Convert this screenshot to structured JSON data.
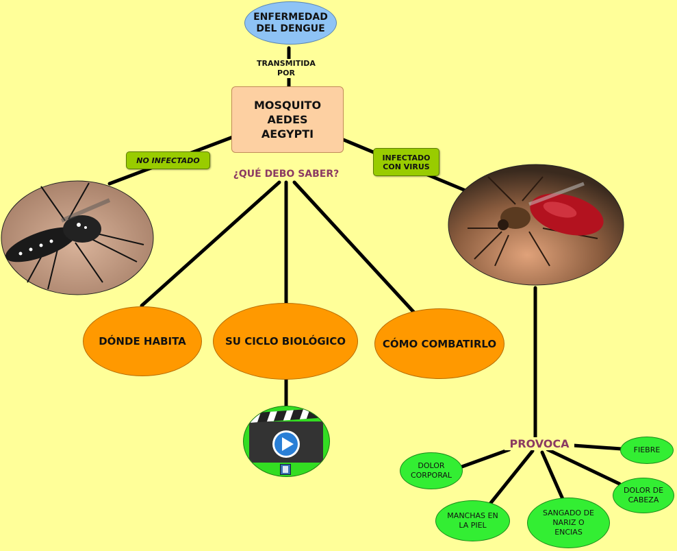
{
  "root": {
    "label": "ENFERMEDAD DEL DENGUE",
    "color": "#8ec3f5"
  },
  "link_transmitted": "TRANSMITIDA POR",
  "mosquito": {
    "label": "MOSQUITO AEDES AEGYPTI",
    "color": "#fdd0a2"
  },
  "not_infected": "NO INFECTADO",
  "infected": "INFECTADO CON VIRUS",
  "question": "¿QUÉ DEBO SABER?",
  "topics": [
    {
      "label": "DÓNDE HABITA"
    },
    {
      "label": "SU CICLO BIOLÓGICO"
    },
    {
      "label": "CÓMO COMBATIRLO"
    }
  ],
  "topic_color": "#ff9900",
  "video": {
    "icon": "video-clapperboard-icon",
    "attachment_icon": "film-attachment-icon"
  },
  "provoca": "PROVOCA",
  "symptoms": [
    {
      "label": "FIEBRE"
    },
    {
      "label": "DOLOR CORPORAL"
    },
    {
      "label": "DOLOR DE CABEZA"
    },
    {
      "label": "MANCHAS EN LA PIEL"
    },
    {
      "label": "SANGADO DE NARIZ O ENCIAS"
    }
  ],
  "symptom_color": "#33ee33",
  "accent_label_color": "#8b3a62",
  "background": "#ffff99"
}
